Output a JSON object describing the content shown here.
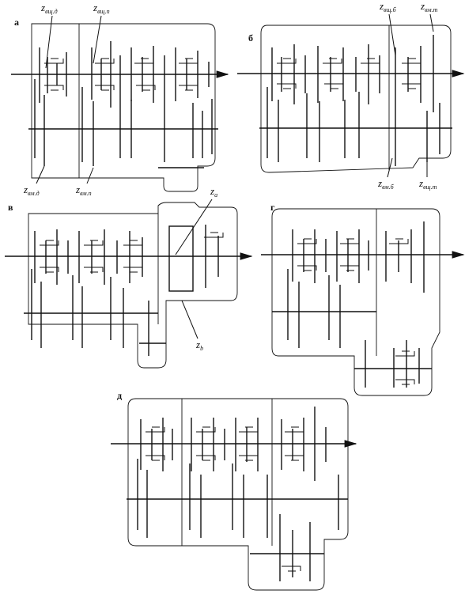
{
  "panels": [
    {
      "id": "a",
      "letter": "а",
      "labels": [
        {
          "main": "z",
          "sub": "вщ.д"
        },
        {
          "main": "z",
          "sub": "вщ.п"
        },
        {
          "main": "z",
          "sub": "вм.д"
        },
        {
          "main": "z",
          "sub": "вм.п"
        }
      ]
    },
    {
      "id": "b",
      "letter": "б",
      "labels": [
        {
          "main": "z",
          "sub": "вщ.б"
        },
        {
          "main": "z",
          "sub": "вм.т"
        },
        {
          "main": "z",
          "sub": "вм.б"
        },
        {
          "main": "z",
          "sub": "вщ.т"
        }
      ]
    },
    {
      "id": "v",
      "letter": "в",
      "labels": [
        {
          "main": "z",
          "sub": "a"
        },
        {
          "main": "z",
          "sub": "b"
        }
      ]
    },
    {
      "id": "g",
      "letter": "г",
      "labels": []
    },
    {
      "id": "d",
      "letter": "д",
      "labels": []
    }
  ]
}
